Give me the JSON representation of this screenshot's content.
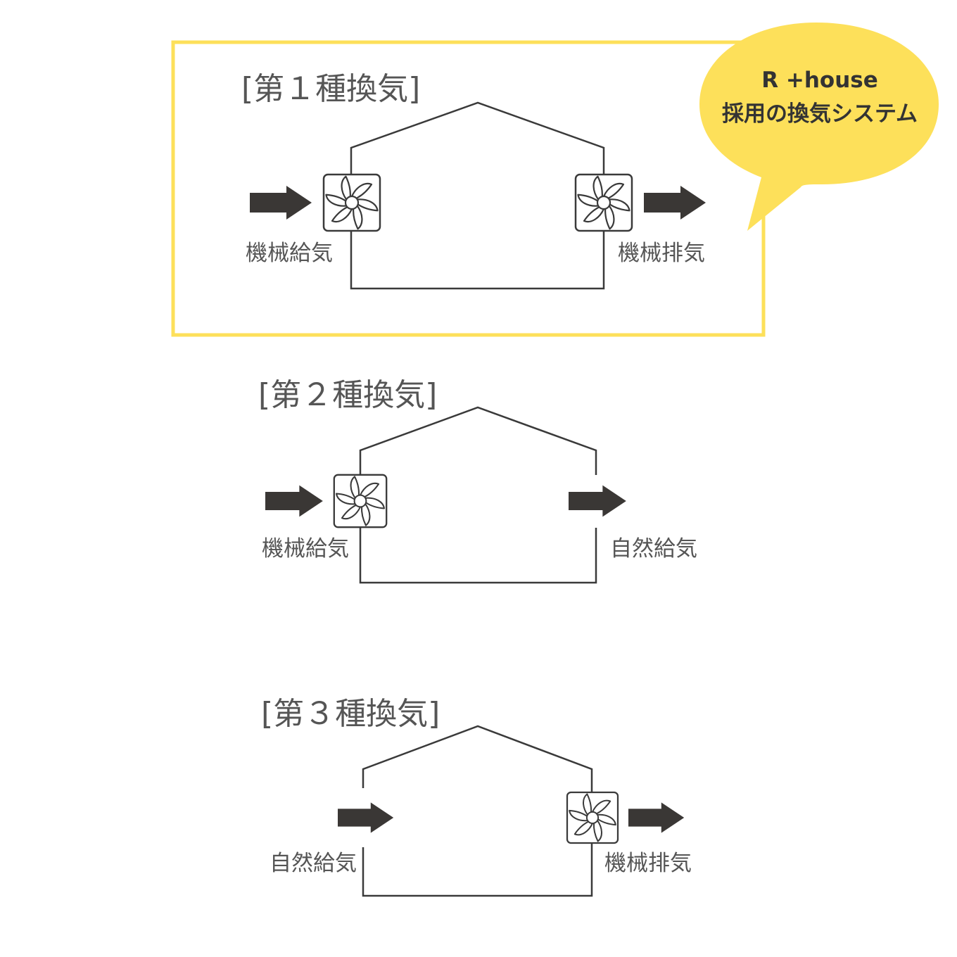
{
  "highlight_color": "#fde05a",
  "bubble": {
    "line1": "R +house",
    "line2": "採用の換気システム"
  },
  "types": [
    {
      "title": "[第１種換気]",
      "left_label": "機械給気",
      "right_label": "機械排気"
    },
    {
      "title": "[第２種換気]",
      "left_label": "機械給気",
      "right_label": "自然給気"
    },
    {
      "title": "[第３種換気]",
      "left_label": "自然給気",
      "right_label": "機械排気"
    }
  ]
}
